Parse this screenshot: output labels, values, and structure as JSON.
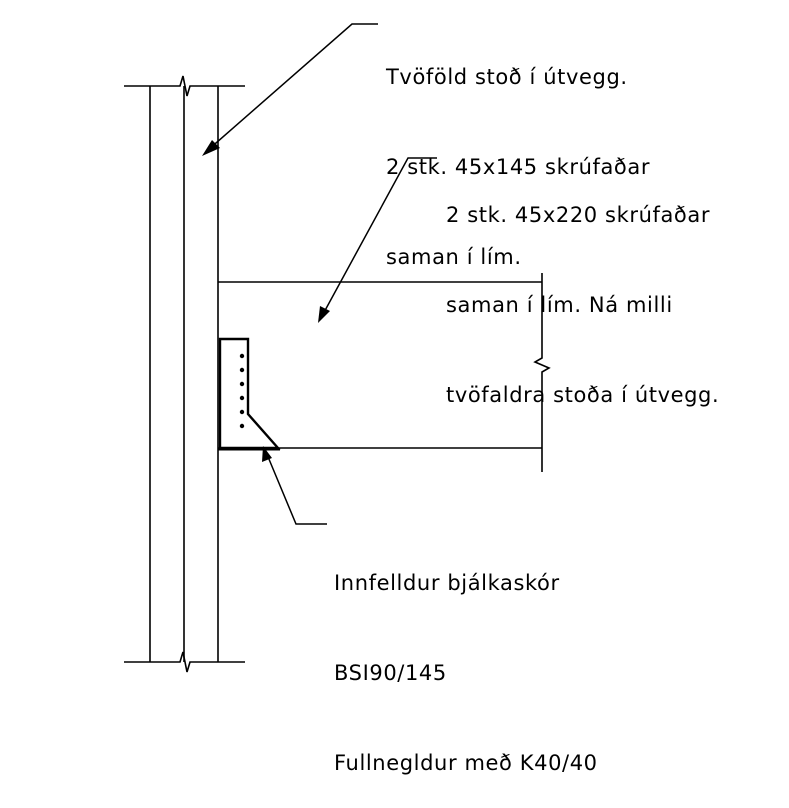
{
  "notes": {
    "stud": {
      "line1": "Tvöföld stoð í útvegg.",
      "line2": "2 stk. 45x145 skrúfaðar",
      "line3": "saman í lím."
    },
    "beam": {
      "line1": "2 stk. 45x220 skrúfaðar",
      "line2": "saman í lím. Ná milli",
      "line3": "tvöfaldra stoða í útvegg."
    },
    "hanger": {
      "line1": "Innfelldur bjálkaskór",
      "line2": "BSI90/145",
      "line3": "Fullnegldur með K40/40"
    }
  },
  "colors": {
    "line": "#000000",
    "background": "#ffffff"
  }
}
